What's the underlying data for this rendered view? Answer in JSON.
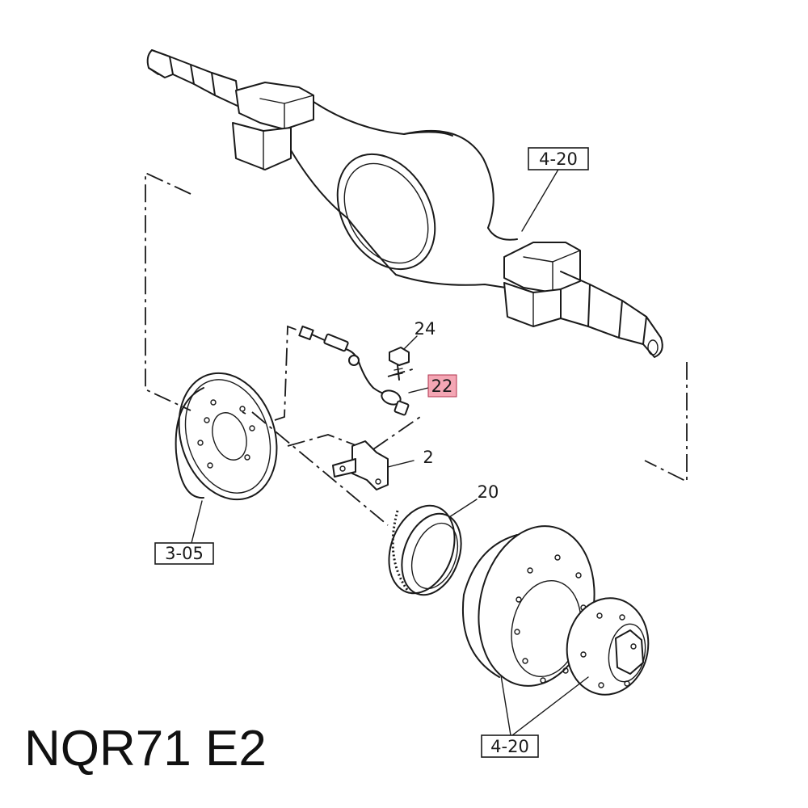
{
  "model_label": "NQR71 E2",
  "highlight_color": "#f4a6b4",
  "callouts": [
    {
      "id": "axle-housing",
      "text": "4-20",
      "boxed": true,
      "highlighted": false
    },
    {
      "id": "bolt",
      "text": "24",
      "boxed": false,
      "highlighted": false
    },
    {
      "id": "abs-sensor",
      "text": "22",
      "boxed": true,
      "highlighted": true
    },
    {
      "id": "bracket",
      "text": "2",
      "boxed": false,
      "highlighted": false
    },
    {
      "id": "sensor-ring",
      "text": "20",
      "boxed": false,
      "highlighted": false
    },
    {
      "id": "brake-drum",
      "text": "3-05",
      "boxed": true,
      "highlighted": false
    },
    {
      "id": "hub-disc",
      "text": "4-20",
      "boxed": true,
      "highlighted": false
    }
  ]
}
